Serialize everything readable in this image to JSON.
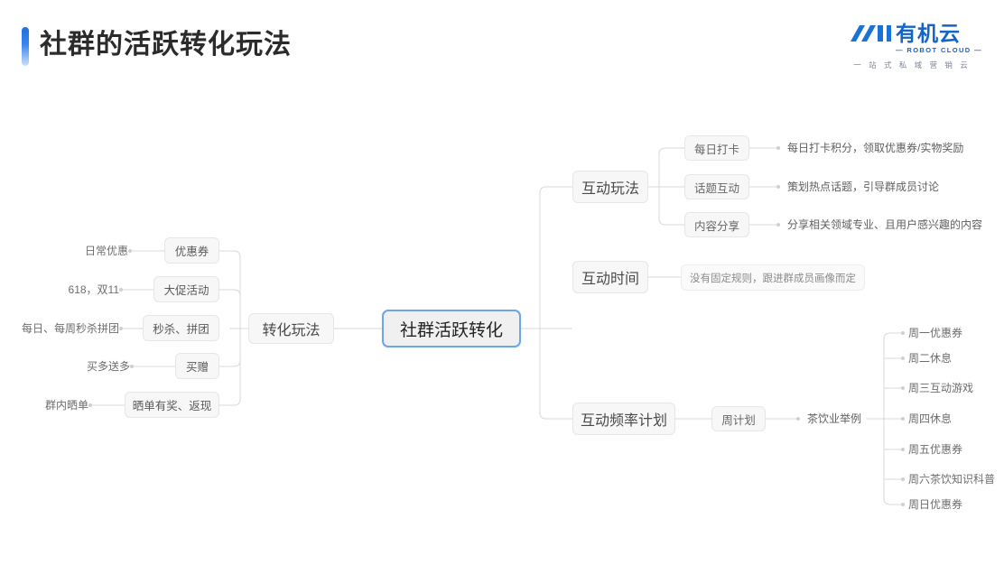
{
  "header": {
    "title": "社群的活跃转化玩法",
    "accent_color": "#2a79e8"
  },
  "logo": {
    "name": "有机云",
    "subtitle": "— ROBOT CLOUD —",
    "tagline": "一 站 式 私 域 营 销 云",
    "color": "#1464c8"
  },
  "mindmap": {
    "root": "社群活跃转化",
    "left_branch": {
      "label": "转化玩法",
      "items": [
        {
          "box": "优惠券",
          "leaf": "日常优惠"
        },
        {
          "box": "大促活动",
          "leaf": "618，双11"
        },
        {
          "box": "秒杀、拼团",
          "leaf": "每日、每周秒杀拼团"
        },
        {
          "box": "买赠",
          "leaf": "买多送多"
        },
        {
          "box": "晒单有奖、返现",
          "leaf": "群内晒单"
        }
      ]
    },
    "right_branches": [
      {
        "label": "互动玩法",
        "children": [
          {
            "box": "每日打卡",
            "desc": "每日打卡积分，领取优惠券/实物奖励"
          },
          {
            "box": "话题互动",
            "desc": "策划热点话题，引导群成员讨论"
          },
          {
            "box": "内容分享",
            "desc": "分享相关领域专业、且用户感兴趣的内容"
          }
        ]
      },
      {
        "label": "互动时间",
        "children": [
          {
            "box": "没有固定规则，跟进群成员画像而定",
            "desc": ""
          }
        ]
      },
      {
        "label": "互动频率计划",
        "children": [
          {
            "box": "周计划",
            "desc": "茶饮业举例"
          }
        ],
        "week_plan": [
          "周一优惠券",
          "周二休息",
          "周三互动游戏",
          "周四休息",
          "周五优惠券",
          "周六茶饮知识科普",
          "周日优惠券"
        ]
      }
    ]
  }
}
